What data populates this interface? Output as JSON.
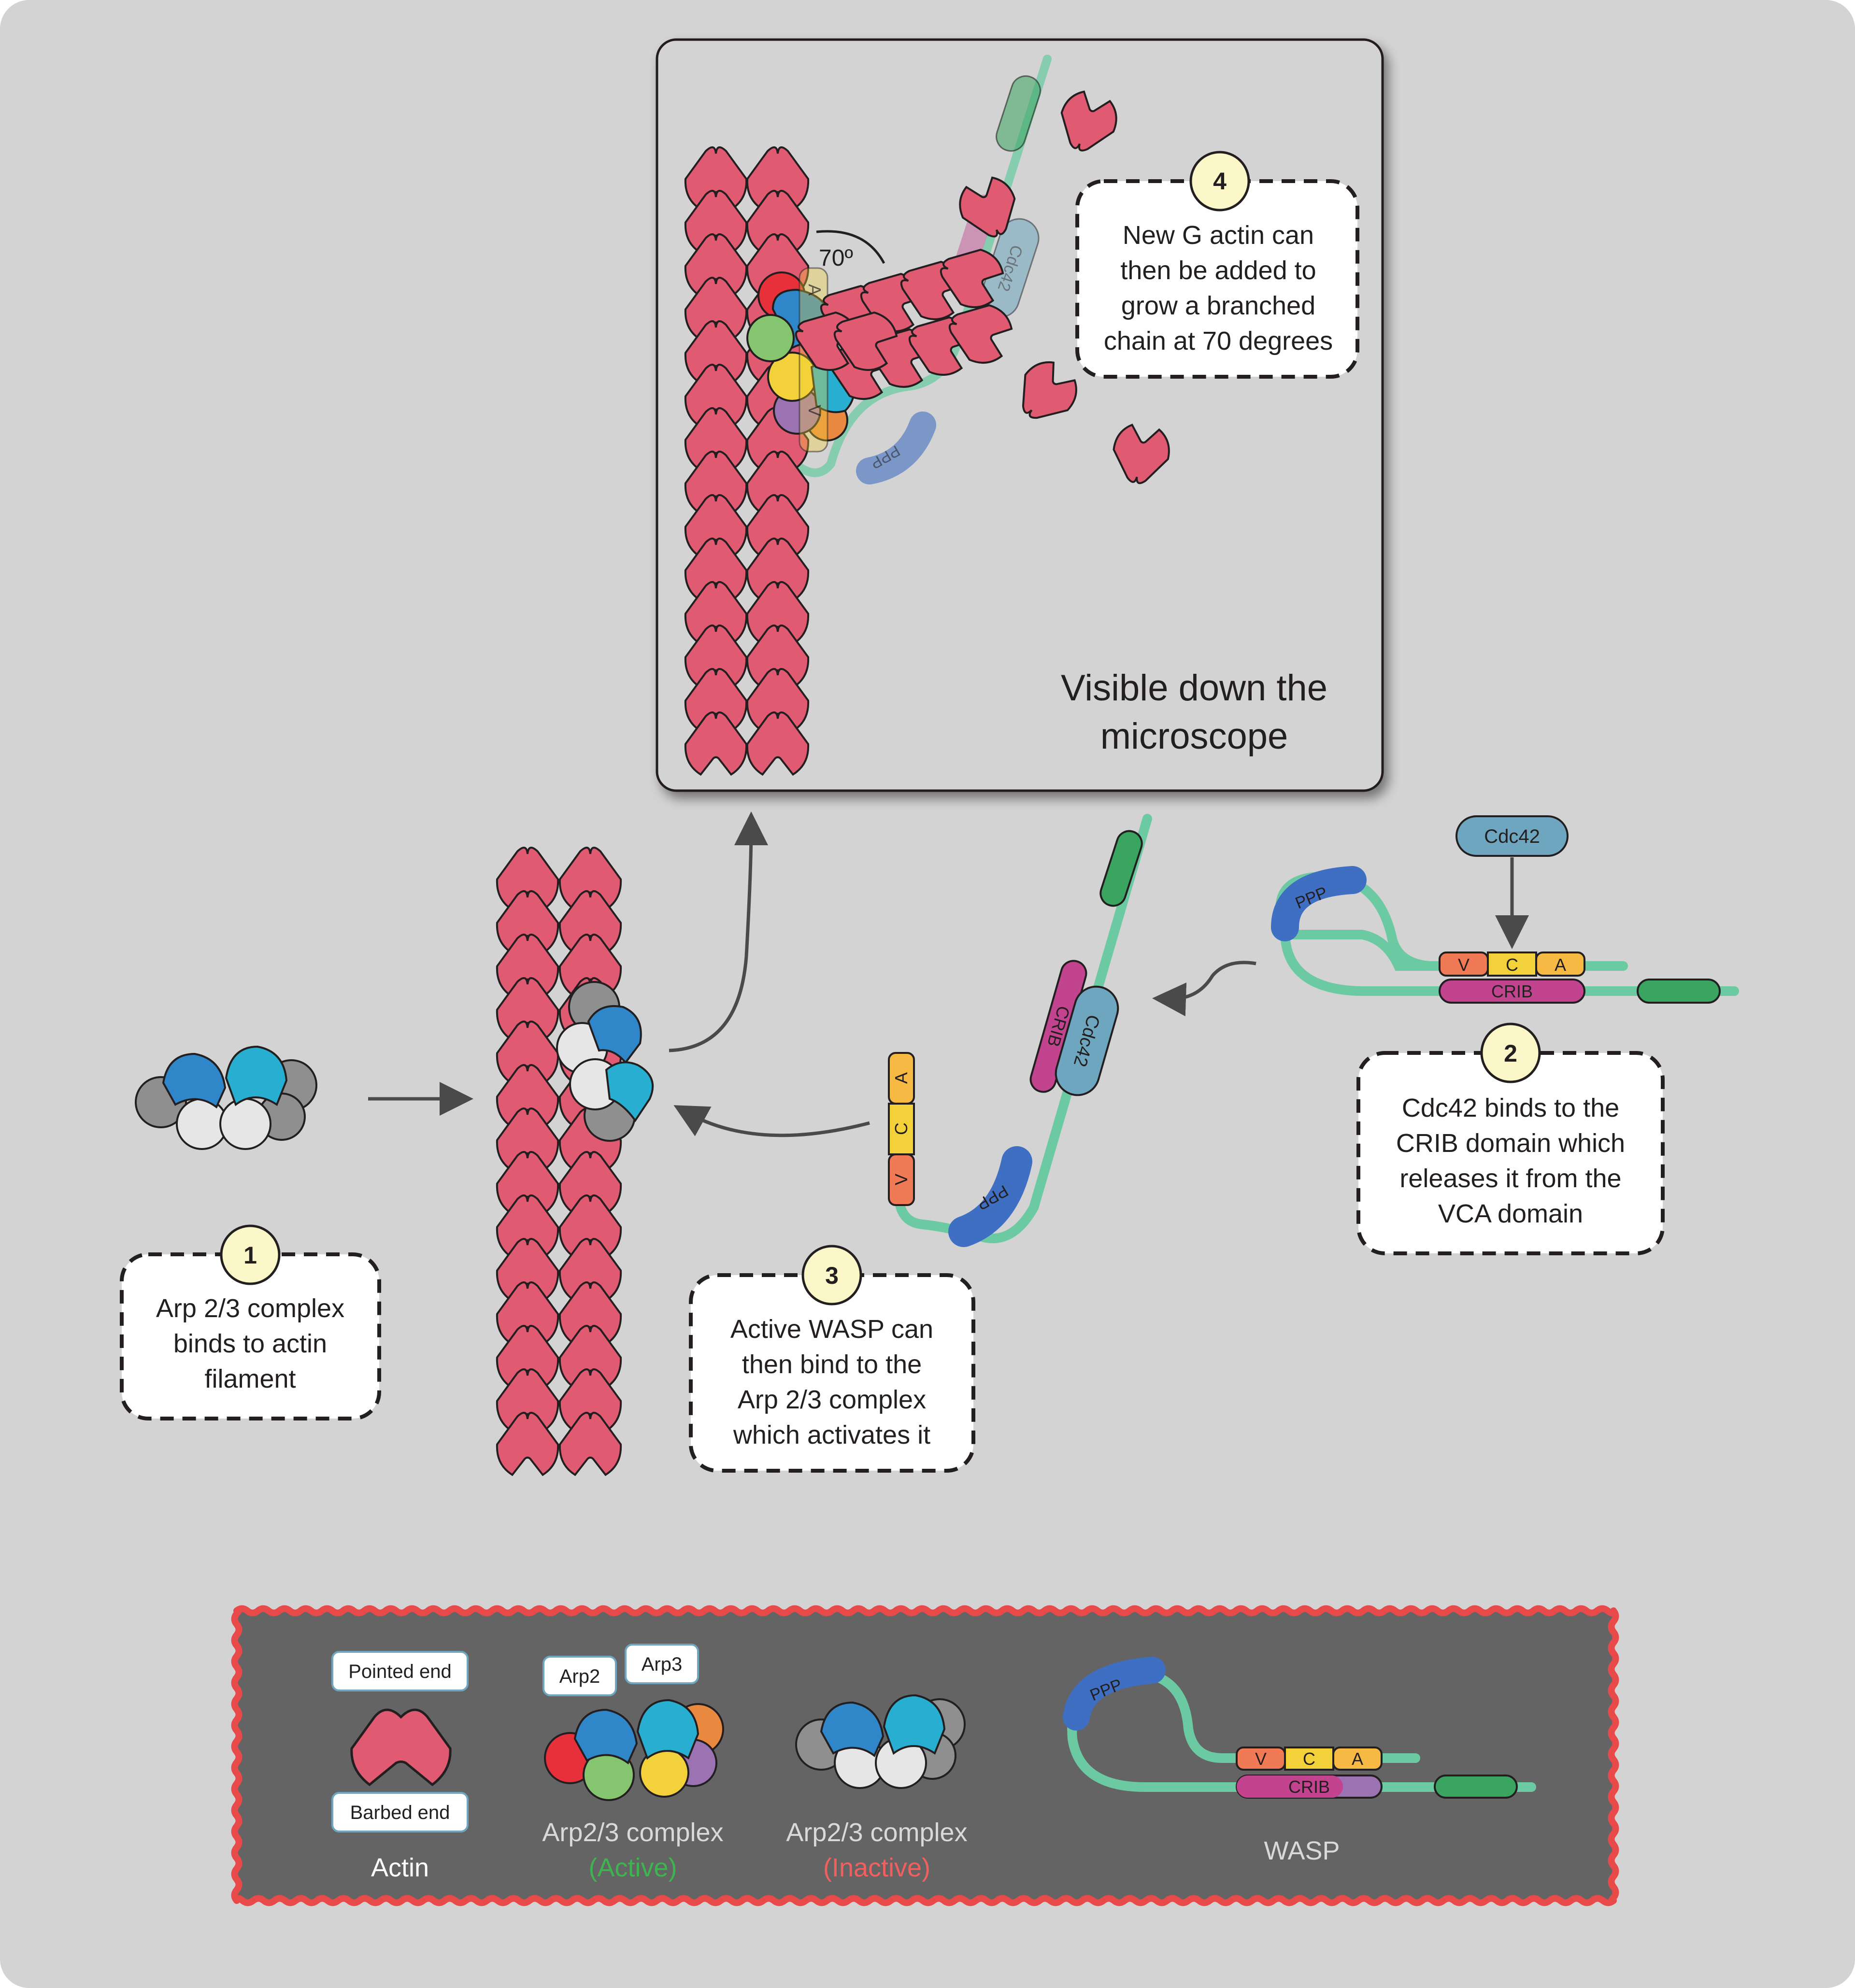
{
  "colors": {
    "background": "#d3d3d3",
    "actin": "#e05a72",
    "actin_stroke": "#231f20",
    "linker": "#6ccaa3",
    "gray_dark": "#8f8f8f",
    "gray_light": "#e6e6e6",
    "arp_blue": "#2f86c8",
    "arp_cyan": "#27aed0",
    "red": "#e8303a",
    "green_circle": "#86c56f",
    "yellow": "#f3d13a",
    "purple": "#9b73b3",
    "orange": "#e9893f",
    "ppp_blue": "#3f6fc2",
    "crib_magenta": "#c2448f",
    "cdc42_blue": "#6ea6c0",
    "green_tip": "#3aa561",
    "step_circle": "#fbf7c9",
    "legend_bg": "#646464",
    "legend_border": "#e84a4a",
    "legend_active": "#3fb34f",
    "legend_inactive": "#f06060"
  },
  "steps": [
    {
      "number": "1",
      "lines": [
        "Arp 2/3 complex",
        "binds to actin",
        "filament"
      ]
    },
    {
      "number": "2",
      "lines": [
        "Cdc42 binds to the",
        "CRIB domain which",
        "releases it  from the",
        "VCA domain"
      ]
    },
    {
      "number": "3",
      "lines": [
        "Active WASP can",
        "then bind to the",
        "Arp 2/3 complex",
        "which activates it"
      ]
    },
    {
      "number": "4",
      "lines": [
        "New G actin can",
        "then be added to",
        "grow a branched",
        "chain at 70 degrees"
      ]
    }
  ],
  "inset": {
    "caption_lines": [
      "Visible down the",
      "microscope"
    ],
    "angle_label": "70º"
  },
  "domains": {
    "v": "V",
    "c": "C",
    "a": "A",
    "crib": "CRIB",
    "ppp": "PPP",
    "cdc42": "Cdc42"
  },
  "legend": {
    "pointed_end": "Pointed end",
    "barbed_end": "Barbed end",
    "actin": "Actin",
    "arp2": "Arp2",
    "arp3": "Arp3",
    "arp_active_title": "Arp2/3 complex",
    "arp_active_status": "(Active)",
    "arp_inactive_title": "Arp2/3 complex",
    "arp_inactive_status": "(Inactive)",
    "wasp": "WASP"
  }
}
